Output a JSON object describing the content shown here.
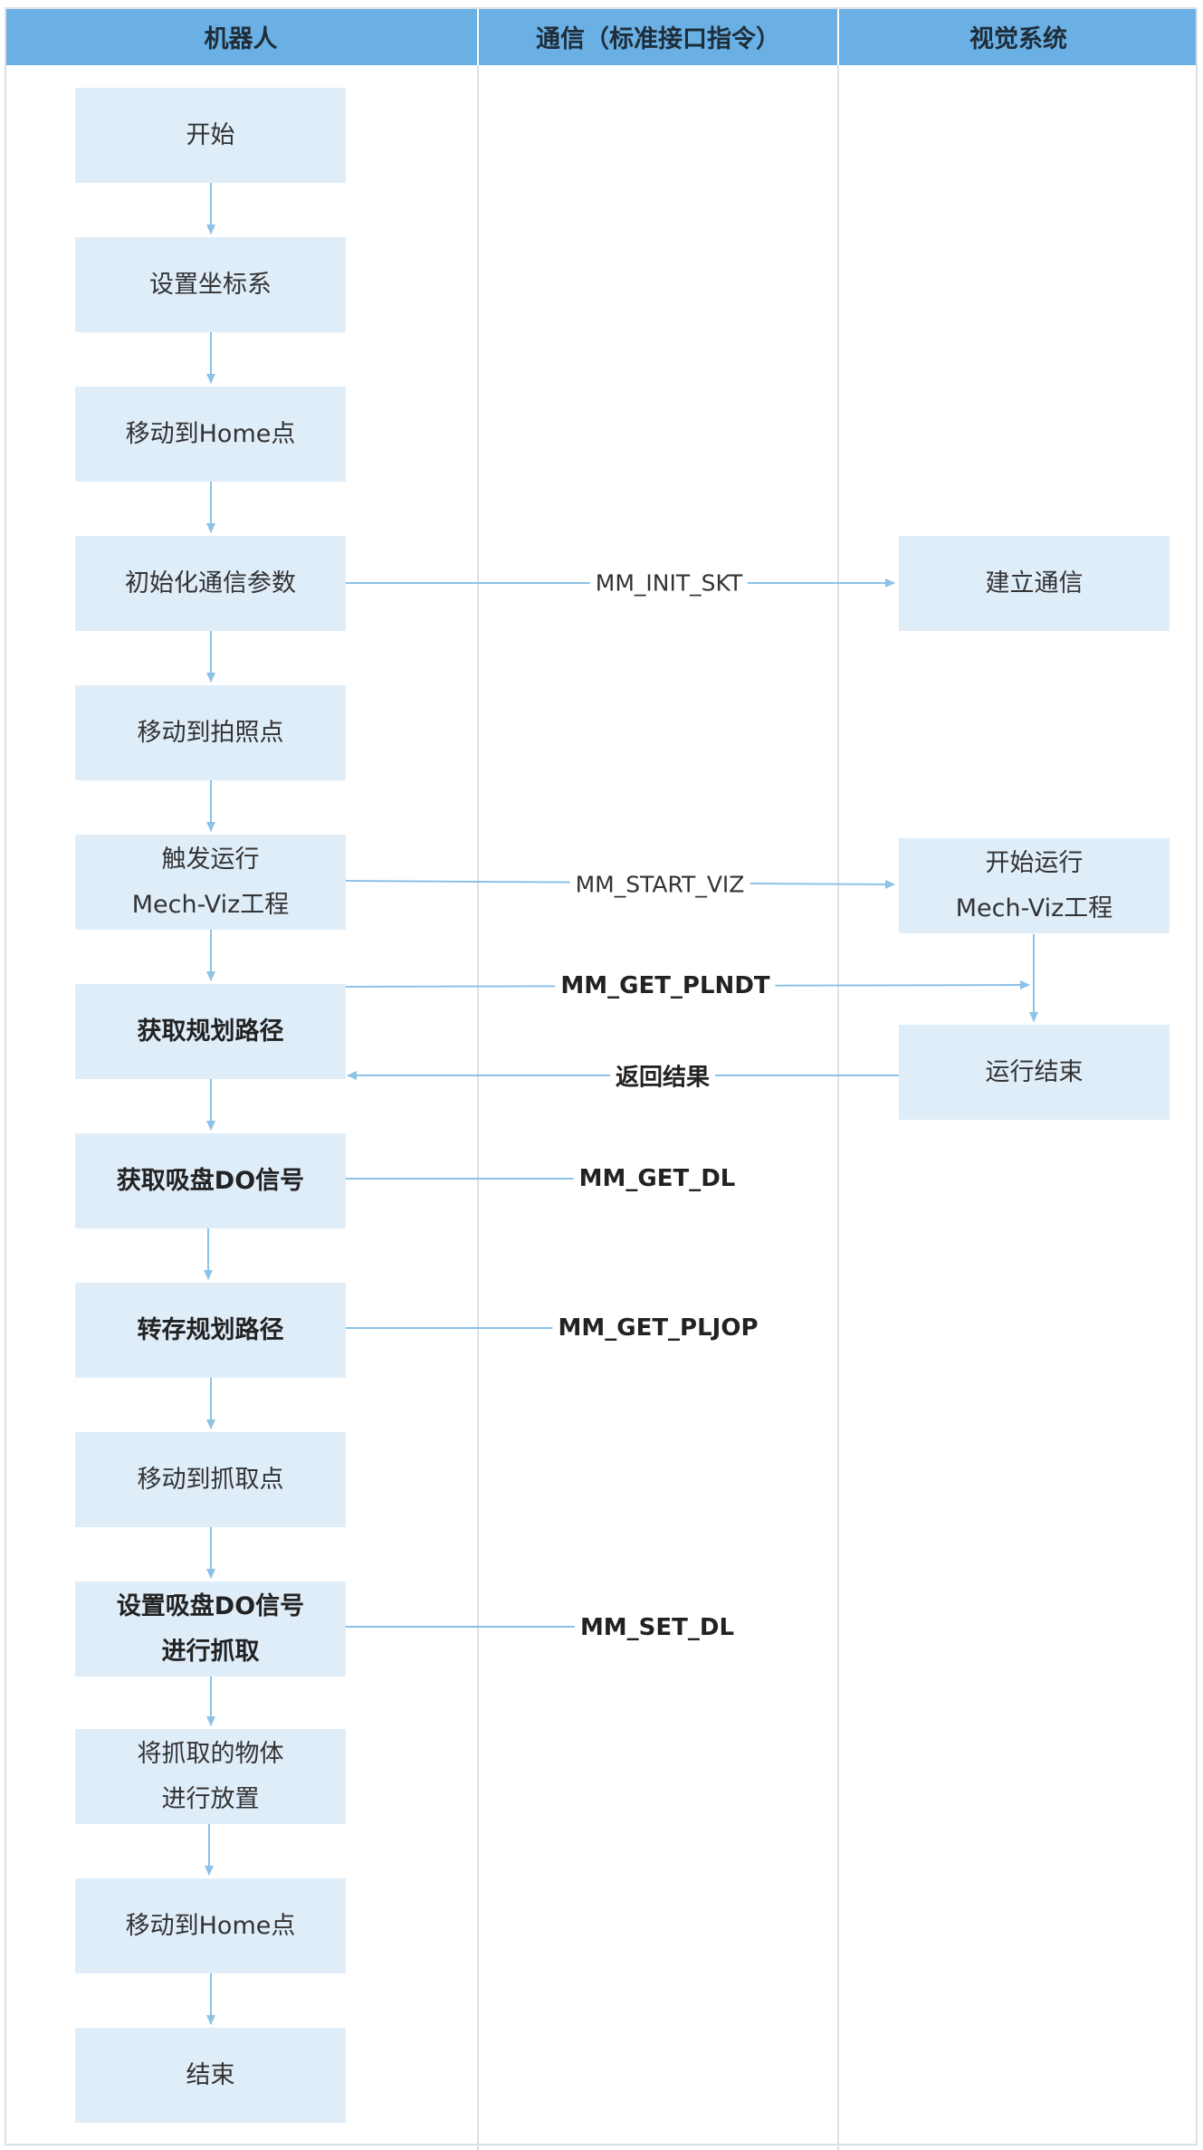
{
  "lanes": {
    "robot": "机器人",
    "comm": "通信（标准接口指令）",
    "vision": "视觉系统"
  },
  "robot_steps": {
    "start": "开始",
    "set_coord": "设置坐标系",
    "move_home_1": "移动到Home点",
    "init_comm_params": "初始化通信参数",
    "move_photo": "移动到拍照点",
    "trigger_line1": "触发运行",
    "trigger_line2": "Mech-Viz工程",
    "get_plan_path": "获取规划路径",
    "get_suction_do": "获取吸盘DO信号",
    "store_plan_path": "转存规划路径",
    "move_pick": "移动到抓取点",
    "set_do_line1": "设置吸盘DO信号",
    "set_do_line2": "进行抓取",
    "place_line1": "将抓取的物体",
    "place_line2": "进行放置",
    "move_home_2": "移动到Home点",
    "end": "结束"
  },
  "vision_steps": {
    "establish_comm": "建立通信",
    "start_run_line1": "开始运行",
    "start_run_line2": "Mech-Viz工程",
    "run_end": "运行结束"
  },
  "commands": {
    "init_skt": "MM_INIT_SKT",
    "start_viz": "MM_START_VIZ",
    "get_plndt": "MM_GET_PLNDT",
    "return_result": "返回结果",
    "get_dl": "MM_GET_DL",
    "get_pljop": "MM_GET_PLJOP",
    "set_dl": "MM_SET_DL"
  },
  "colors": {
    "header": "#6ab0e4",
    "node_fill": "#dfedf9",
    "connector": "#8cc2e6",
    "lane_border": "#d9e2ea"
  }
}
